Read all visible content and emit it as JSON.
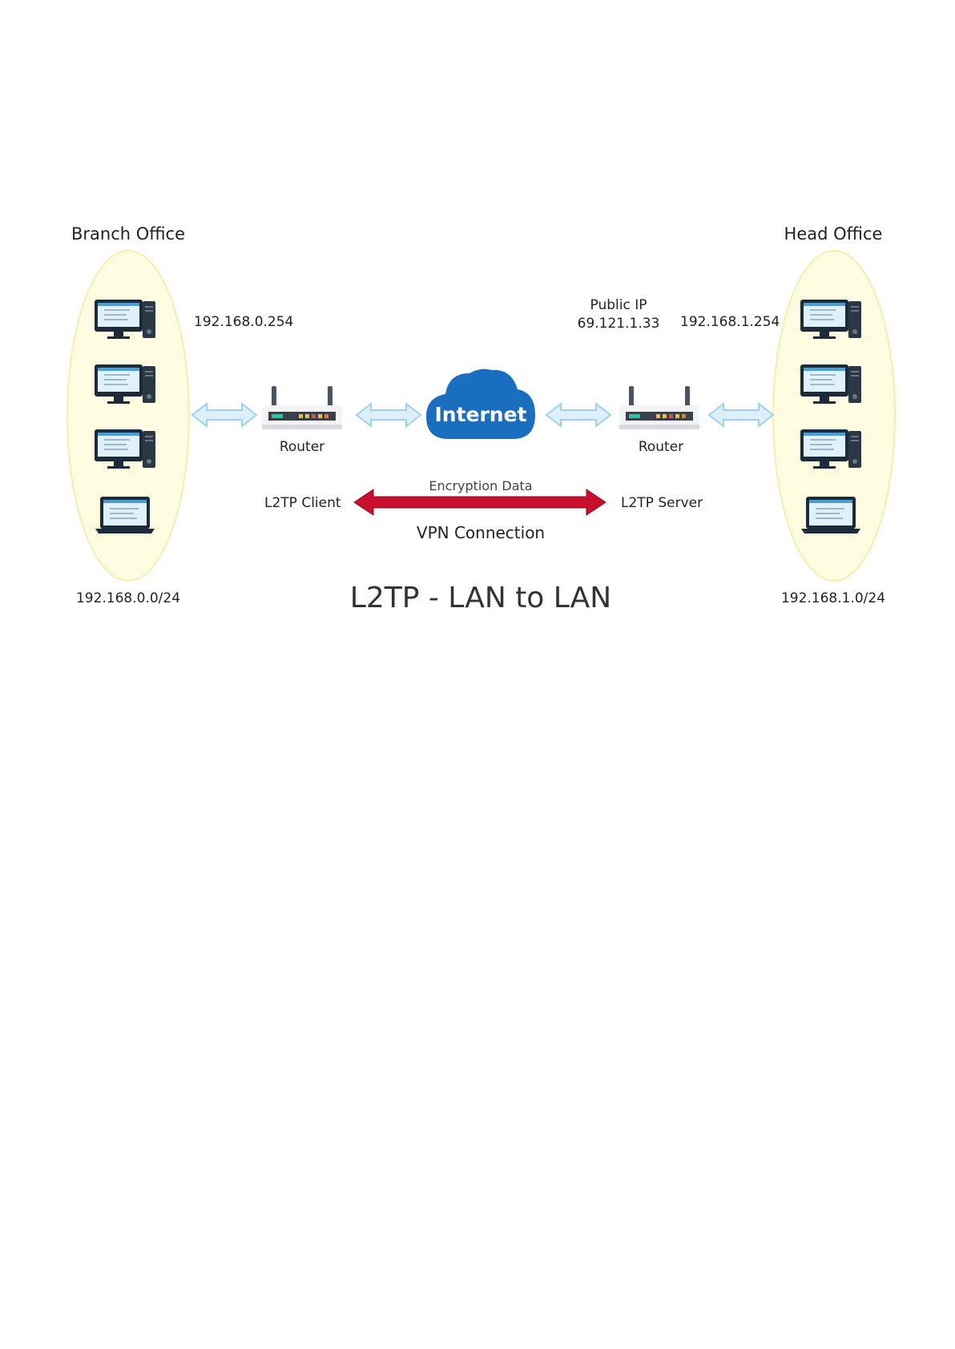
{
  "branch": {
    "title": "Branch Office",
    "router_ip": "192.168.0.254",
    "router_label": "Router",
    "subnet": "192.168.0.0/24",
    "role": "L2TP Client"
  },
  "head": {
    "title": "Head Office",
    "public_ip_label": "Public IP",
    "public_ip": "69.121.1.33",
    "router_ip": "192.168.1.254",
    "router_label": "Router",
    "subnet": "192.168.1.0/24",
    "role": "L2TP Server"
  },
  "internet": {
    "label": "Internet"
  },
  "tunnel": {
    "top_label": "Encryption Data",
    "bottom_label": "VPN Connection"
  },
  "title": "L2TP - LAN to LAN",
  "colors": {
    "lan_fill": "#fdfbe0",
    "lan_stroke": "#f2efb0",
    "cloud": "#1a6ec0",
    "link_arrow": "#cfe8f7",
    "vpn_arrow": "#c8102e"
  },
  "icons": [
    "desktop-computer-icon",
    "laptop-icon",
    "router-icon",
    "cloud-icon"
  ]
}
